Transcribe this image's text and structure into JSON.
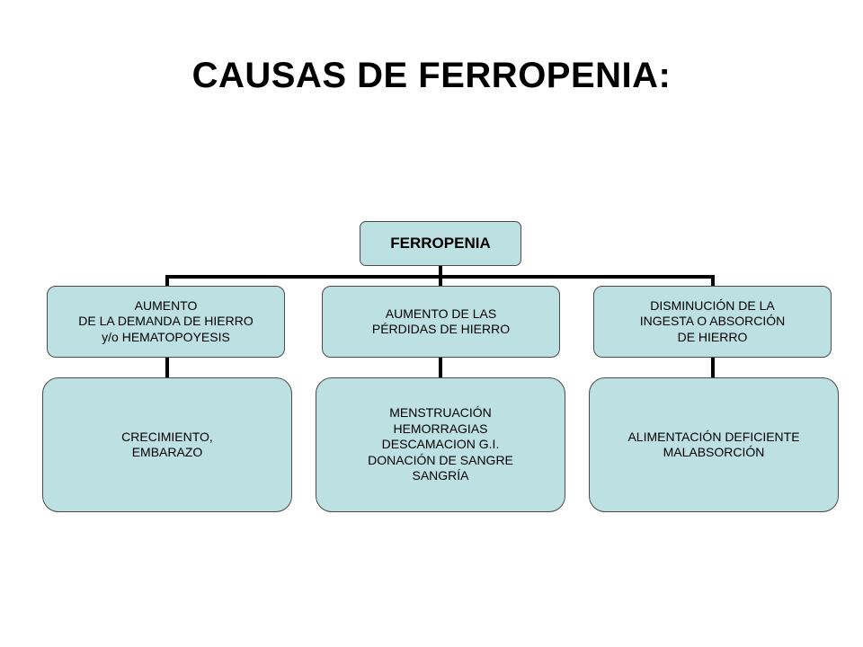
{
  "title": "CAUSAS DE FERROPENIA:",
  "diagram": {
    "root": "FERROPENIA",
    "branches": [
      {
        "cause": "AUMENTO\nDE LA DEMANDA DE HIERRO\ny/o HEMATOPOYESIS",
        "examples": "CRECIMIENTO,\nEMBARAZO"
      },
      {
        "cause": "AUMENTO DE LAS\nPÉRDIDAS DE HIERRO",
        "examples": "MENSTRUACIÓN\nHEMORRAGIAS\nDESCAMACION G.I.\nDONACIÓN DE SANGRE\nSANGRÍA"
      },
      {
        "cause": "DISMINUCIÓN DE LA\nINGESTA O ABSORCIÓN\nDE HIERRO",
        "examples": "ALIMENTACIÓN DEFICIENTE\nMALABSORCIÓN"
      }
    ],
    "colors": {
      "box_fill": "#bde0e3",
      "box_border": "#4a4a4a",
      "connector": "#000000"
    }
  }
}
